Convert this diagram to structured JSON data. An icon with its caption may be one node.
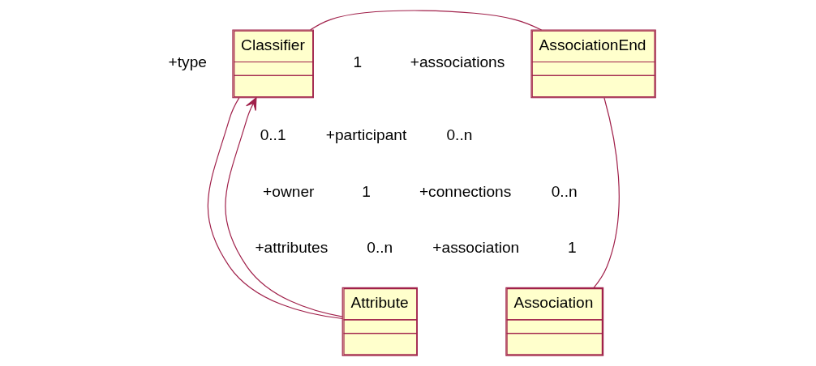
{
  "diagram": {
    "nodes": [
      {
        "text": [
          "Classifier"
        ]
      },
      {
        "text": [
          "AssociationEnd"
        ]
      },
      {
        "text": [
          "Attribute"
        ]
      },
      {
        "text": [
          "Association"
        ]
      }
    ],
    "edges": [
      {
        "from": 2,
        "to": 0,
        "arrow": "to"
      },
      {
        "from": 0,
        "to": 1,
        "arrow": "none"
      },
      {
        "from": 0,
        "to": 2,
        "arrow": "none"
      },
      {
        "from": 1,
        "to": 3,
        "arrow": "none"
      }
    ],
    "labels": [
      "+type",
      "1",
      "+associations",
      "0..1",
      "+participant",
      "0..n",
      "+owner",
      "1",
      "+connections",
      "0..n",
      "+attributes",
      "0..n",
      "+association",
      "1"
    ]
  }
}
